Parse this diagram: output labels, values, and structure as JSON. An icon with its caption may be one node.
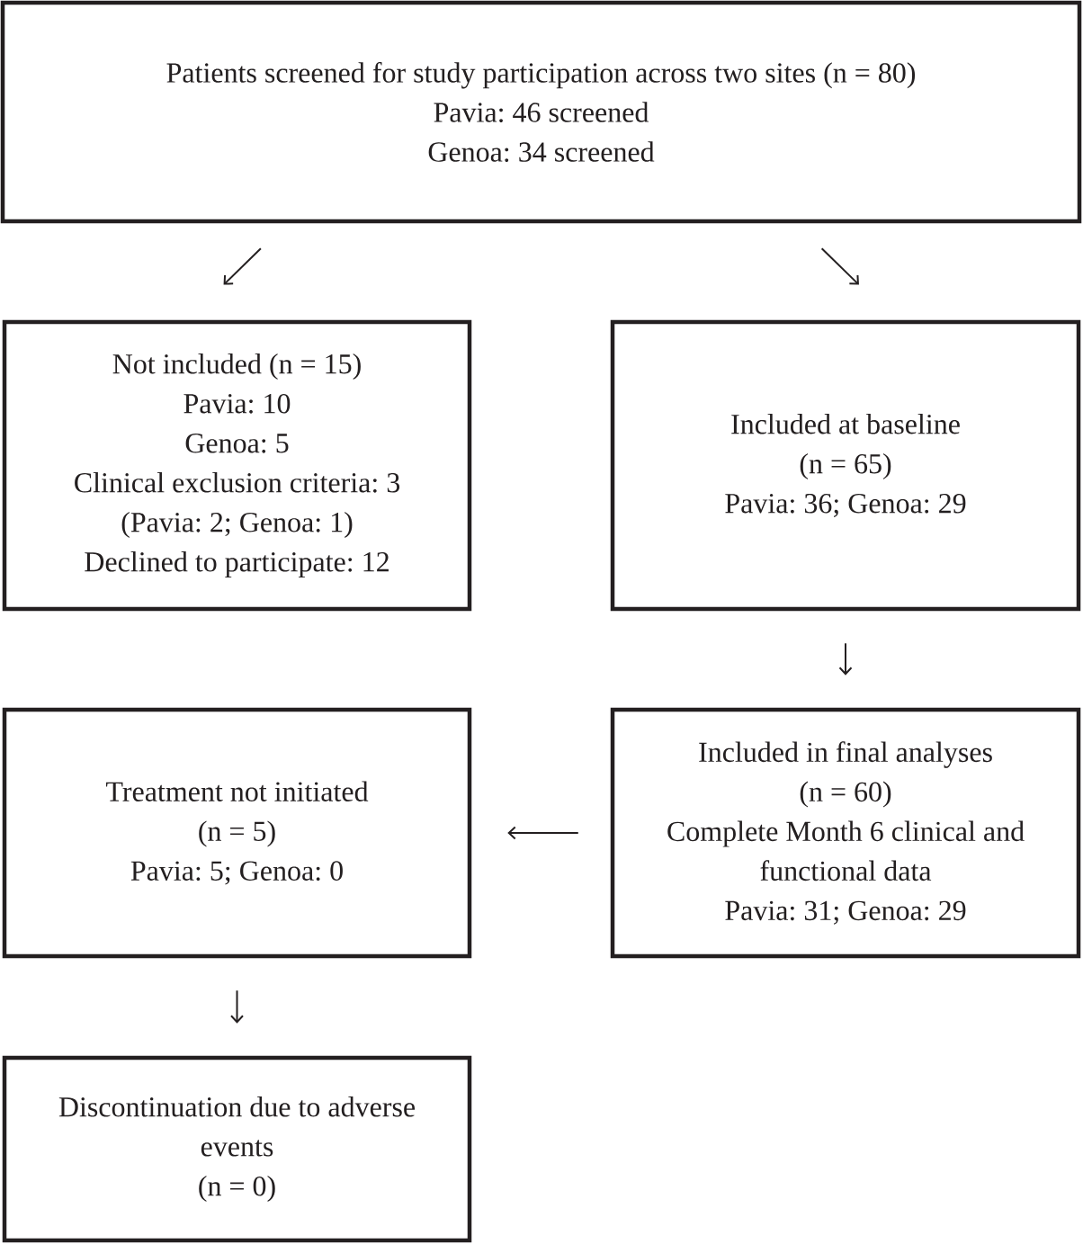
{
  "diagram": {
    "nodes": [
      {
        "text": [
          "Patients screened for study participation across two sites (n = 80)",
          "Pavia: 46 screened",
          "Genoa: 34 screened"
        ]
      },
      {
        "text": [
          "Not included (n = 15)",
          "Pavia: 10",
          "Genoa: 5",
          "Clinical exclusion criteria: 3",
          "(Pavia: 2; Genoa: 1)",
          "Declined to participate: 12"
        ]
      },
      {
        "text": [
          "Included at baseline",
          "(n = 65)",
          "Pavia: 36; Genoa: 29"
        ]
      },
      {
        "text": [
          "Treatment not initiated",
          "(n = 5)",
          "Pavia: 5; Genoa: 0"
        ]
      },
      {
        "text": [
          "Included in final analyses",
          "(n = 60)",
          "Complete Month 6 clinical and functional data",
          "Pavia: 31; Genoa: 29"
        ]
      },
      {
        "text": [
          "Discontinuation due to adverse events",
          "(n = 0)"
        ]
      }
    ],
    "edges": [
      {
        "from": 0,
        "to": 1,
        "arrow": "to"
      },
      {
        "from": 0,
        "to": 2,
        "arrow": "to"
      },
      {
        "from": 2,
        "to": 4,
        "arrow": "to"
      },
      {
        "from": 4,
        "to": 3,
        "arrow": "to"
      },
      {
        "from": 3,
        "to": 5,
        "arrow": "to"
      }
    ]
  }
}
